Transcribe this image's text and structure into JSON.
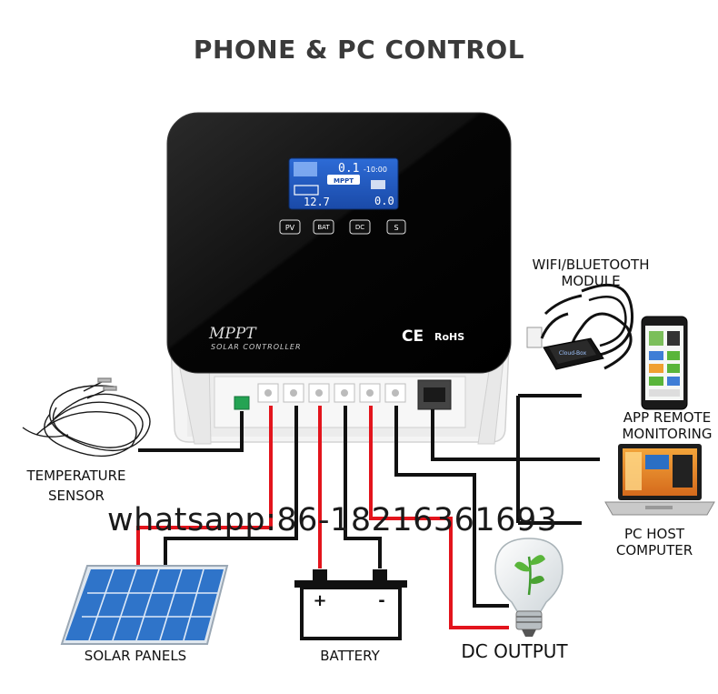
{
  "title": "PHONE & PC CONTROL",
  "device": {
    "brand": "MPPT",
    "subtitle": "SOLAR CONTROLLER",
    "cert": "CE",
    "rohs": "RoHS",
    "lcd_top": "0.1",
    "lcd_time": "-10:00",
    "lcd_battery": "12.7",
    "lcd_load": "0.0",
    "lcd_badge": "MPPT",
    "buttons": [
      "PV",
      "BAT",
      "DC",
      "S"
    ],
    "module_text": "Cloud-Box"
  },
  "labels": {
    "wifi_line1": "WIFI/BLUETOOTH",
    "wifi_line2": "MODULE",
    "app_line1": "APP REMOTE",
    "app_line2": "MONITORING",
    "pc_line1": "PC HOST",
    "pc_line2": "COMPUTER",
    "temp_line1": "TEMPERATURE",
    "temp_line2": "SENSOR",
    "solar": "SOLAR PANELS",
    "battery": "BATTERY",
    "dc_output": "DC OUTPUT",
    "plus": "+",
    "minus": "-"
  },
  "watermark": "whatsapp:86-18216361693",
  "colors": {
    "positive_wire": "#e3141c",
    "negative_wire": "#111111",
    "device_top": "#0d0d0d",
    "device_body": "#f3f3f3",
    "solar_cell": "#2f74c9"
  }
}
